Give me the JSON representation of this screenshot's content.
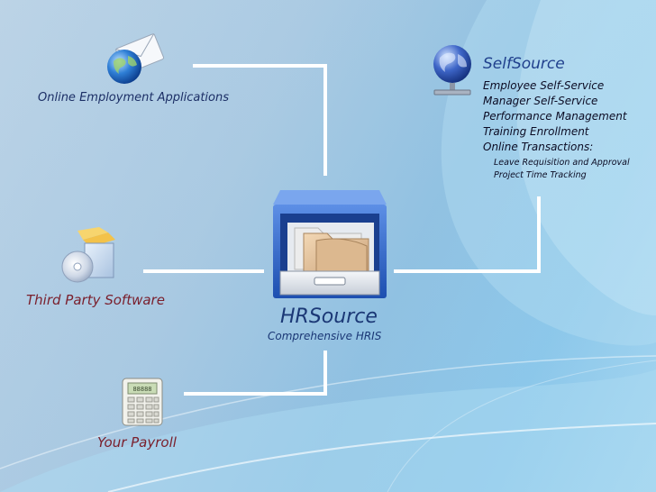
{
  "nodes": {
    "online_apps": {
      "label": "Online Employment Applications",
      "icon": "envelope-globe-icon"
    },
    "third_party": {
      "label": "Third Party Software",
      "icon": "software-box-disc-icon"
    },
    "payroll": {
      "label": "Your Payroll",
      "icon": "calculator-icon"
    },
    "hrsource": {
      "title": "HRSource",
      "subtitle": "Comprehensive HRIS",
      "icon": "file-drawer-icon"
    },
    "selfsource": {
      "title": "SelfSource",
      "icon": "network-globe-icon",
      "items": [
        "Employee Self-Service",
        "Manager Self-Service",
        "Performance Management",
        "Training Enrollment",
        "Online Transactions:"
      ],
      "sub_items": [
        "Leave Requisition and Approval",
        "Project Time Tracking"
      ]
    }
  },
  "colors": {
    "connector": "#ffffff",
    "label_blue": "#1c2f66",
    "label_red": "#7a1f2c",
    "title_blue": "#1b3876"
  }
}
